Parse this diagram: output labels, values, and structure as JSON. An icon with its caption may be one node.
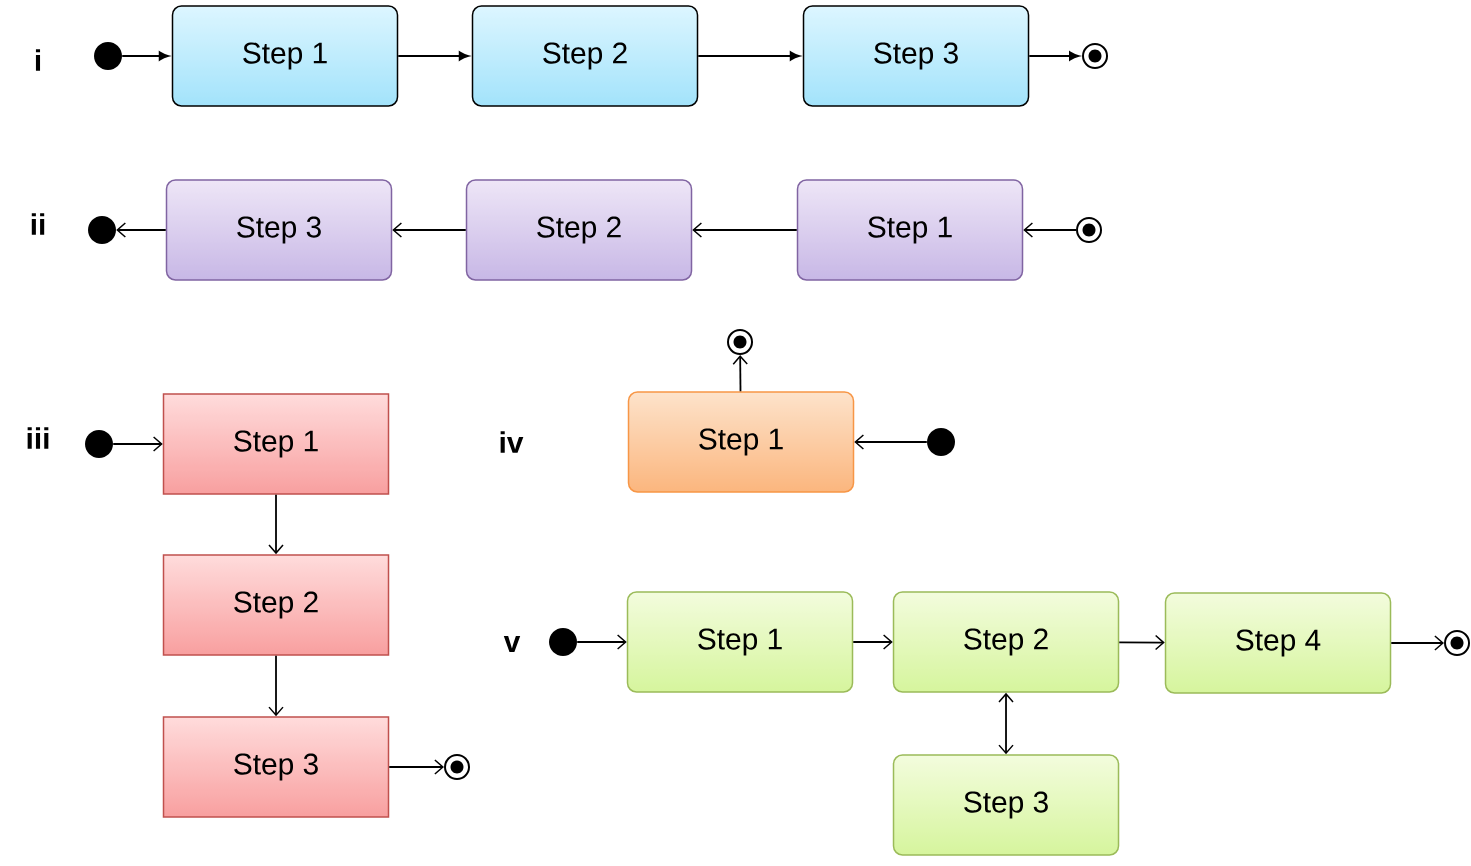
{
  "diagram": {
    "nodes": [
      {
        "text": [],
        "shape": "circle"
      },
      {
        "text": [
          "Step 1"
        ]
      },
      {
        "text": [
          "Step 2"
        ]
      },
      {
        "text": [
          "Step 3"
        ]
      },
      {
        "text": [],
        "shape": "bullseye"
      },
      {
        "text": [],
        "shape": "circle"
      },
      {
        "text": [
          "Step 3"
        ]
      },
      {
        "text": [
          "Step 2"
        ]
      },
      {
        "text": [
          "Step 1"
        ]
      },
      {
        "text": [],
        "shape": "bullseye"
      },
      {
        "text": [],
        "shape": "circle"
      },
      {
        "text": [
          "Step 1"
        ]
      },
      {
        "text": [
          "Step 2"
        ]
      },
      {
        "text": [
          "Step 3"
        ]
      },
      {
        "text": [],
        "shape": "bullseye"
      },
      {
        "text": [],
        "shape": "bullseye"
      },
      {
        "text": [
          "Step 1"
        ]
      },
      {
        "text": [],
        "shape": "circle"
      },
      {
        "text": [],
        "shape": "circle"
      },
      {
        "text": [
          "Step 1"
        ]
      },
      {
        "text": [
          "Step 2"
        ]
      },
      {
        "text": [
          "Step 4"
        ]
      },
      {
        "text": [],
        "shape": "bullseye"
      },
      {
        "text": [
          "Step 3"
        ]
      }
    ],
    "edges": [
      {
        "from": 0,
        "to": 1,
        "arrow": "to"
      },
      {
        "from": 1,
        "to": 2,
        "arrow": "to"
      },
      {
        "from": 2,
        "to": 3,
        "arrow": "to"
      },
      {
        "from": 3,
        "to": 4,
        "arrow": "to"
      },
      {
        "from": 9,
        "to": 8,
        "arrow": "to"
      },
      {
        "from": 8,
        "to": 7,
        "arrow": "to"
      },
      {
        "from": 7,
        "to": 6,
        "arrow": "to"
      },
      {
        "from": 6,
        "to": 5,
        "arrow": "to"
      },
      {
        "from": 10,
        "to": 11,
        "arrow": "to"
      },
      {
        "from": 11,
        "to": 12,
        "arrow": "to"
      },
      {
        "from": 12,
        "to": 13,
        "arrow": "to"
      },
      {
        "from": 13,
        "to": 14,
        "arrow": "to"
      },
      {
        "from": 16,
        "to": 15,
        "arrow": "to"
      },
      {
        "from": 17,
        "to": 16,
        "arrow": "to"
      },
      {
        "from": 18,
        "to": 19,
        "arrow": "to"
      },
      {
        "from": 19,
        "to": 20,
        "arrow": "to"
      },
      {
        "from": 20,
        "to": 21,
        "arrow": "to"
      },
      {
        "from": 21,
        "to": 22,
        "arrow": "to"
      },
      {
        "from": 20,
        "to": 23,
        "arrow": "both"
      }
    ],
    "labels": [
      "i",
      "ii",
      "iii",
      "iv",
      "v"
    ]
  }
}
